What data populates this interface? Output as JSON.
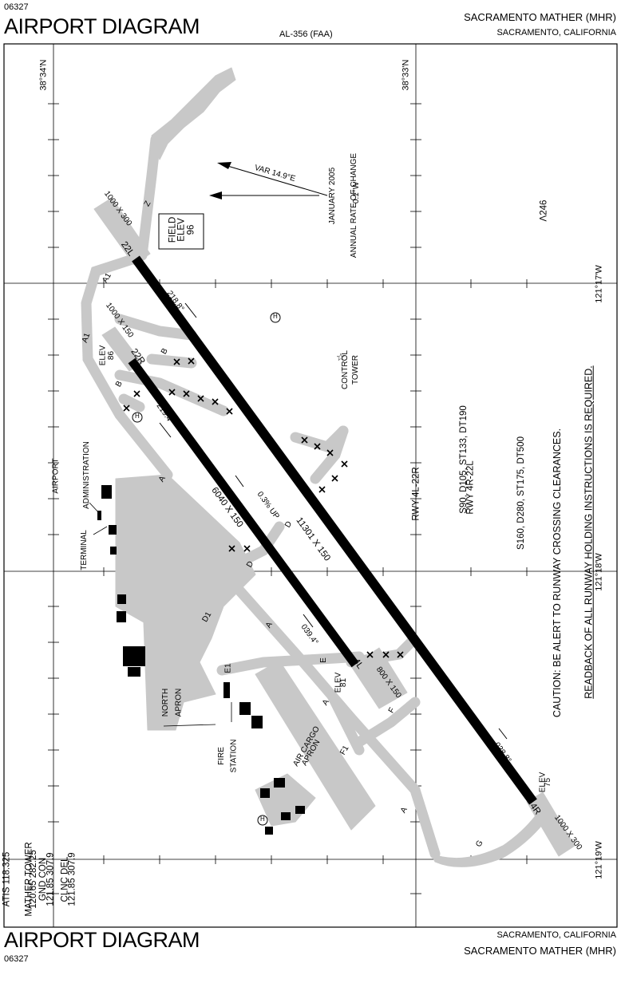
{
  "header": {
    "chart_number": "06327",
    "title": "AIRPORT DIAGRAM",
    "al_number": "AL-356 (FAA)",
    "airport_name": "SACRAMENTO MATHER (MHR)",
    "location": "SACRAMENTO, CALIFORNIA"
  },
  "footer": {
    "chart_number": "06327",
    "title": "AIRPORT DIAGRAM",
    "location": "SACRAMENTO, CALIFORNIA",
    "airport_name": "SACRAMENTO MATHER (MHR)"
  },
  "coordinates": {
    "lat_left": "38°34'N",
    "lat_right": "38°33'N",
    "lon_top": "121°17'W",
    "lon_mid": "121°18'W",
    "lon_bottom": "121°19'W"
  },
  "magnetic": {
    "var": "VAR 14.9°E",
    "date": "JANUARY 2005",
    "rate_label": "ANNUAL RATE OF CHANGE",
    "rate": "0.1°W"
  },
  "field_elev": {
    "label1": "FIELD",
    "label2": "ELEV",
    "value": "96"
  },
  "runways": {
    "r22l": "22L",
    "r22r": "22R",
    "r4l": "4L",
    "r4r": "4R",
    "dim_long": "11301 X 150",
    "dim_short": "6040 X 150",
    "hdg_218": "218.8°",
    "hdg_219": "219.4°",
    "hdg_039": "039.4°",
    "hdg_038": "038.8°",
    "slope": "0.3% UP",
    "overrun_22l": "1000 X 300",
    "overrun_22r": "1000 X 150",
    "overrun_4r": "1000 X 300",
    "overrun_4l": "800 X 150",
    "elev_22r_label": "ELEV",
    "elev_22r": "86",
    "elev_4l_label": "ELEV",
    "elev_4l": "81",
    "elev_4r_label": "ELEV",
    "elev_4r": "75"
  },
  "taxiways": {
    "a1": "A1",
    "a": "A",
    "b": "B",
    "d": "D",
    "d1": "D1",
    "e": "E",
    "e1": "E1",
    "f": "F",
    "f1": "F1",
    "g": "G",
    "z": "Z"
  },
  "facilities": {
    "control_tower_1": "CONTROL",
    "control_tower_2": "TOWER",
    "admin_1": "AIRPORT",
    "admin_2": "ADMINISTRATION",
    "terminal": "TERMINAL",
    "north_apron_1": "NORTH",
    "north_apron_2": "APRON",
    "fire_1": "FIRE",
    "fire_2": "STATION",
    "cargo_1": "AIR CARGO",
    "cargo_2": "APRON",
    "heliport": "H",
    "obstacle": "246"
  },
  "declared_distances": {
    "line1": "RWY 4L-22R",
    "line2": "S90, D105, ST133, DT190",
    "line3": "RWY 4R-22L",
    "line4": "S160, D280, ST175, DT500"
  },
  "caution": {
    "line1": "CAUTION: BE ALERT TO RUNWAY CROSSING CLEARANCES.",
    "line2": "READBACK OF ALL RUNWAY HOLDING INSTRUCTIONS IS REQUIRED."
  },
  "frequencies": {
    "atis": "ATIS  118.325",
    "tower_label": "MATHER TOWER",
    "tower": "120.65  282.25",
    "gnd_label": "GND CON",
    "gnd": "121.85  307.9",
    "clnc_label": "CLNC DEL",
    "clnc": "121.85  307.9"
  }
}
